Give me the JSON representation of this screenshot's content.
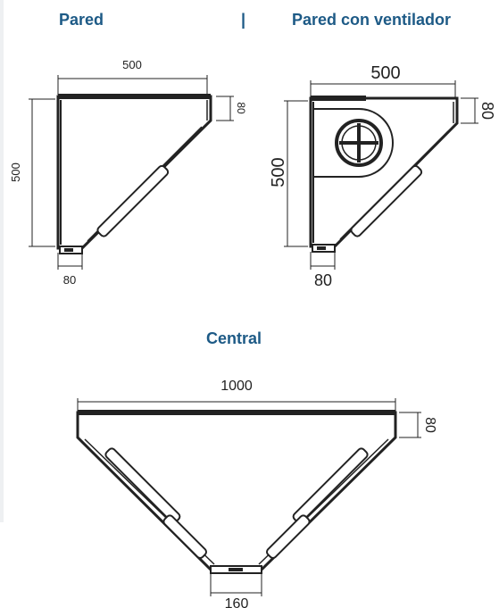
{
  "headings": {
    "pared": "Pared",
    "separator": "|",
    "pared_ventilador": "Pared con ventilador",
    "central": "Central"
  },
  "diagrams": {
    "pared": {
      "width": "500",
      "height": "500",
      "depth": "80",
      "foot": "80"
    },
    "pared_ventilador": {
      "width": "500",
      "height": "500",
      "depth": "80",
      "foot": "80"
    },
    "central": {
      "width": "1000",
      "depth": "80",
      "bottom": "160"
    }
  },
  "colors": {
    "heading": "#1d5a86",
    "line": "#222222",
    "fill": "#ffffff"
  }
}
